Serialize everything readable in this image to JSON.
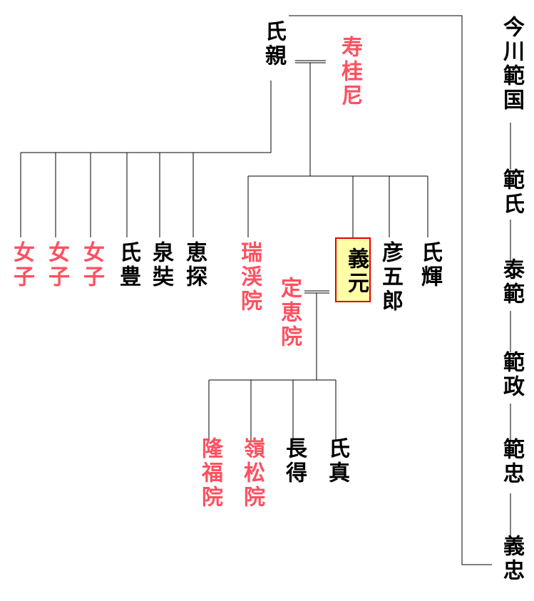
{
  "colors": {
    "female": "#ff5060",
    "male": "#000000",
    "highlight_bg": "#ffffa8",
    "highlight_border": "#e00000"
  },
  "lineage": [
    "今川範国",
    "範氏",
    "泰範",
    "範政",
    "範忠",
    "義忠"
  ],
  "father": "氏親",
  "mother": "寿桂尼",
  "children_of_chikachika_other": [
    "女子",
    "女子",
    "女子",
    "氏豊",
    "泉奘",
    "恵探"
  ],
  "children_of_jukeini": [
    "瑞渓院",
    "義元",
    "彦五郎",
    "氏輝"
  ],
  "highlight": "義元",
  "spouse": "定恵院",
  "grandchildren": [
    "隆福院",
    "嶺松院",
    "長得",
    "氏真"
  ]
}
